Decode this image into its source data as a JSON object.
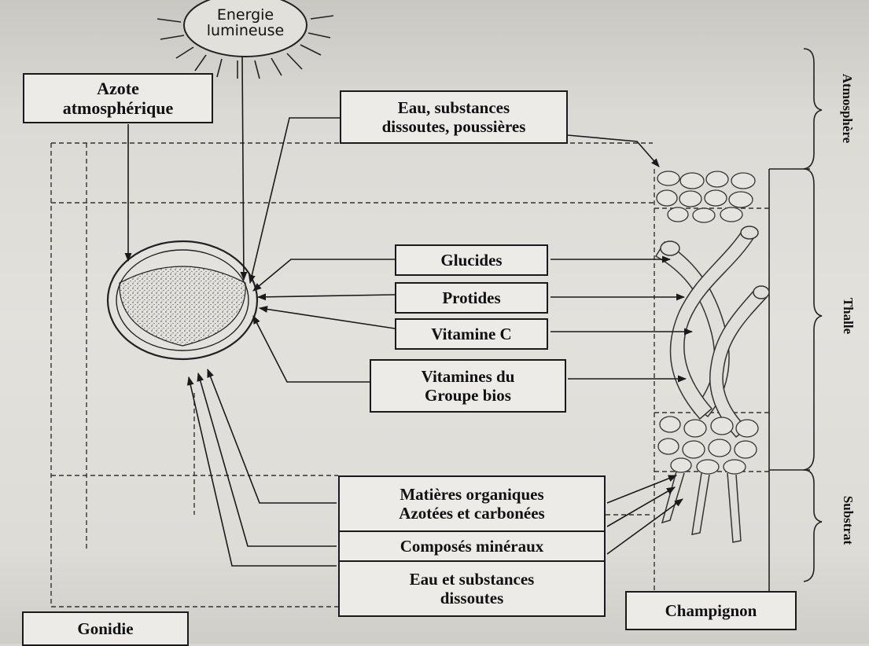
{
  "energy": {
    "label": "Energie\nlumineuse"
  },
  "boxes": {
    "azote": "Azote\natmosphérique",
    "eau_poussieres": "Eau, substances\ndissoutes, poussières",
    "glucides": "Glucides",
    "protides": "Protides",
    "vitamine_c": "Vitamine C",
    "vitamines_bios": "Vitamines du\nGroupe bios",
    "matieres": "Matières organiques\nAzotées et carbonées",
    "mineraux": "Composés minéraux",
    "eau_substances": "Eau et substances\ndissoutes",
    "champignon": "Champignon",
    "gonidie": "Gonidie"
  },
  "zones": {
    "atmosphere": "Atmosphère",
    "thalle": "Thalle",
    "substrat": "Substrat"
  }
}
